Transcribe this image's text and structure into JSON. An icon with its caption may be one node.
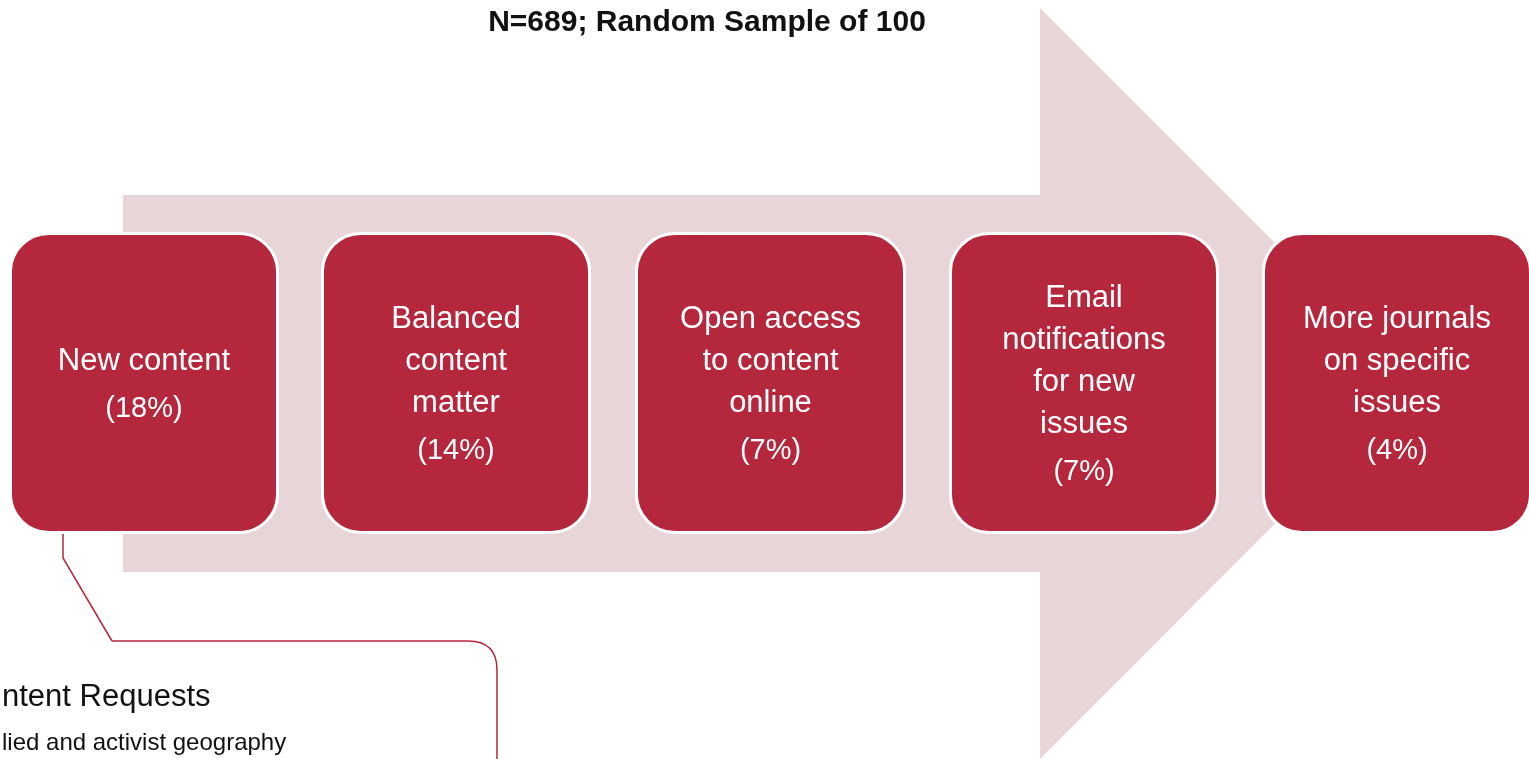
{
  "diagram": {
    "title": "N=689; Random Sample of 100",
    "nodes": [
      {
        "text": [
          "New content",
          "(18%)"
        ]
      },
      {
        "text": [
          "Balanced content matter",
          "(14%)"
        ]
      },
      {
        "text": [
          "Open access to content online",
          "(7%)"
        ]
      },
      {
        "text": [
          "Email notifications for new issues",
          "(7%)"
        ]
      },
      {
        "text": [
          "More journals on specific issues",
          "(4%)"
        ]
      },
      {
        "text": [
          "ntent Requests",
          "lied and activist geography"
        ]
      }
    ],
    "edges": [
      {
        "from": 5,
        "to": 0,
        "arrow": "none"
      },
      {
        "from": 0,
        "to": 4,
        "arrow": "to",
        "style": "thick"
      }
    ]
  }
}
